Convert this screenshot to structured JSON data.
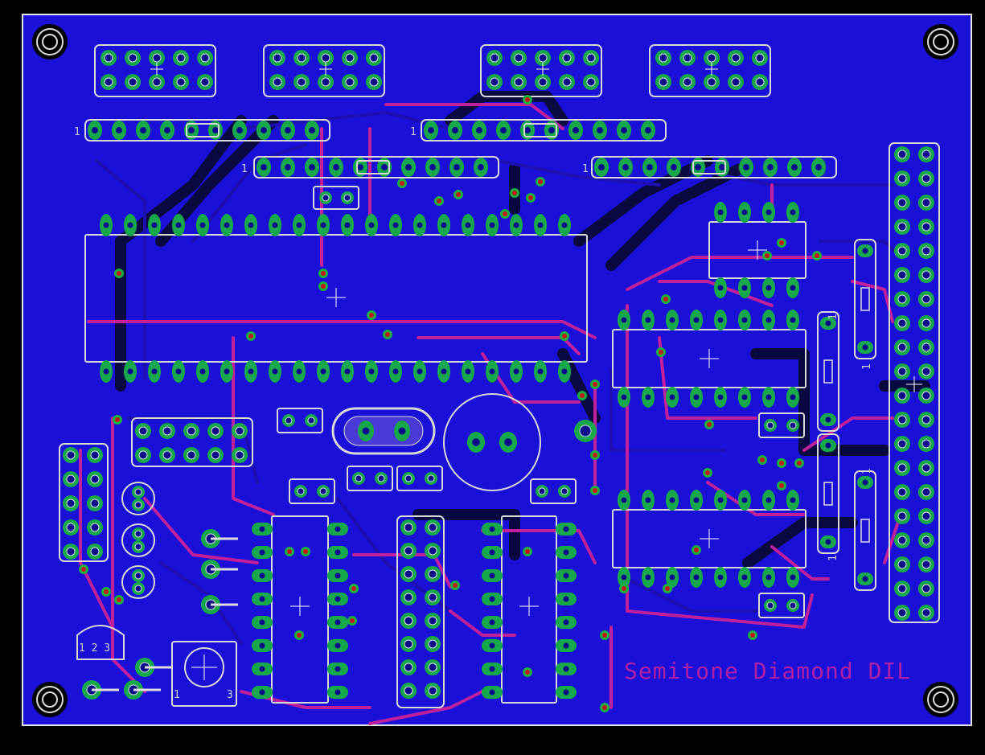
{
  "board": {
    "title": "Semitone Diamond DIL",
    "colors": {
      "background": "#000000",
      "board_fill": "#1a10d8",
      "outline": "#e6e6e6",
      "top_trace": "#c0209c",
      "bottom_trace": "#1e0fb0",
      "dark_trace": "#0a0a40",
      "pad": "#16a84a",
      "silkscreen": "#d8d8d8"
    }
  },
  "labels": {
    "pin1_a": "1",
    "pin1_b": "1",
    "pin1_c": "1",
    "pin1_d": "1",
    "pin1_r1": "1",
    "pin1_r2": "1",
    "pin1_r3": "1",
    "pin1_r4": "1",
    "reg_pins": "1 2 3",
    "pot_pin1": "1",
    "pot_pin3": "3"
  }
}
